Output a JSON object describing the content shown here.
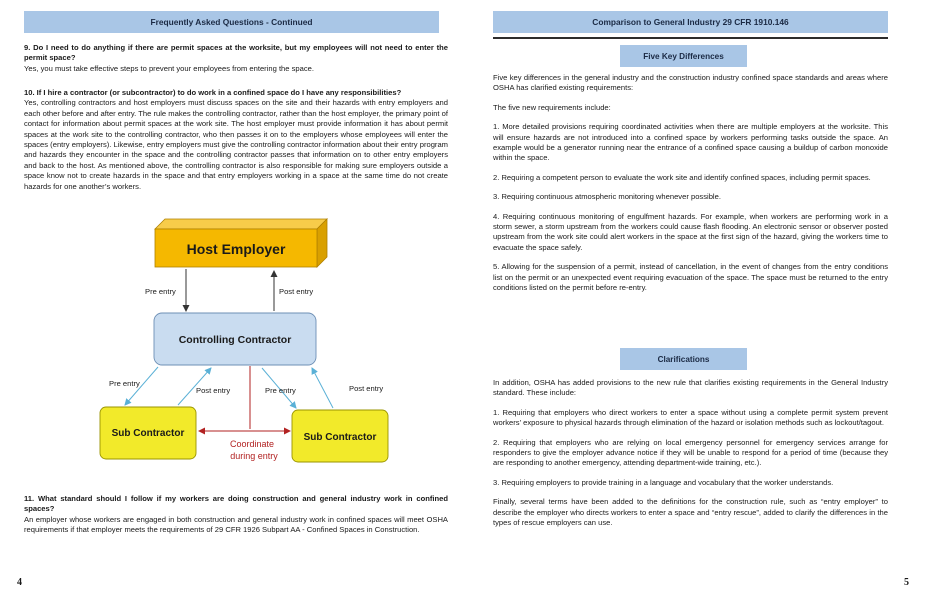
{
  "left": {
    "header": "Frequently Asked Questions - Continued",
    "q9": "9.  Do I need to do anything if there are permit spaces at the worksite, but my employees will not need to enter the permit space?",
    "a9": "Yes, you must take effective steps to prevent your employees from entering the space.",
    "q10": "10.  If I hire a contractor (or subcontractor) to do work in a confined space do I have any responsibilities?",
    "a10": "Yes, controlling contractors and host employers must discuss spaces on the site and their hazards with entry employers and each other before and after entry. The rule makes the controlling contractor, rather than the host employer, the primary point of contact for information about permit spaces at the work site. The host employer must provide information it has about permit spaces at the work site to the controlling contractor, who then passes it on to the employers whose employees will enter the spaces (entry employers). Likewise, entry employers must give the controlling contractor information about their entry program and hazards they encounter in the space and the controlling contractor passes that information on to other entry employers and back to the host. As mentioned above, the controlling contractor is also responsible for making sure employers outside a space know not to create hazards in the space and that entry employers working in a space at the same time do not create hazards for one another’s workers.",
    "diagram": {
      "host": "Host Employer",
      "controlling": "Controlling Contractor",
      "sub_left": "Sub Contractor",
      "sub_right": "Sub Contractor",
      "pre_entry_top": "Pre entry",
      "post_entry_top": "Post entry",
      "pre_entry_left": "Pre entry",
      "post_entry_left": "Post entry",
      "pre_entry_right": "Pre entry",
      "post_entry_right": "Post entry",
      "coordinate_1": "Coordinate",
      "coordinate_2": "during entry"
    },
    "q11": "11.  What standard should I follow if my workers are doing construction and general industry work in confined spaces?",
    "a11": "An employer whose workers are engaged in both construction and general industry work in confined spaces will meet OSHA requirements if that employer meets the requirements of 29 CFR 1926 Subpart AA - Confined Spaces in Construction.",
    "page_number": "4"
  },
  "right": {
    "header": "Comparison to General Industry 29 CFR 1910.146",
    "five_key_title": "Five Key Differences",
    "intro": "Five key differences in the general industry and the construction industry confined space standards and areas where OSHA has clarified existing requirements:",
    "five_new": "The five new requirements include:",
    "item1": "1. More detailed provisions requiring coordinated activities when there are multiple employers at the worksite. This will ensure hazards are not introduced into a confined space by workers performing tasks outside the space. An example would be a generator running near the entrance of a confined space causing a buildup of carbon monoxide within the space.",
    "item2": "2.  Requiring a competent person to evaluate the work site and identify confined spaces, including permit spaces.",
    "item3": "3. Requiring continuous atmospheric monitoring whenever possible.",
    "item4": "4. Requiring continuous monitoring of engulfment hazards. For example, when workers are performing work in a storm sewer, a storm upstream from the workers could cause flash flooding. An electronic sensor or observer posted upstream from the work site could alert workers in the space at the first sign of the hazard, giving the workers time to evacuate the space safely.",
    "item5": "5. Allowing for the suspension of a permit, instead of cancellation, in the event of changes from the entry conditions list on the permit or an unexpected event requiring evacuation of the space. The space must be returned to the entry conditions listed on the permit before re-entry.",
    "clarifications_title": "Clarifications",
    "clar_intro": "In addition, OSHA has added provisions to the new rule that clarifies existing requirements in the General Industry standard. These include:",
    "clar1": "1. Requiring that employers who direct workers to enter a space without using a complete permit system prevent workers’ exposure to physical hazards through elimination of the hazard or isolation methods such as lockout/tagout.",
    "clar2": "2.  Requiring that employers who are relying on local emergency personnel for emergency services arrange for responders to give the employer advance notice if they will be unable to respond for a period of time (because they are responding to another emergency, attending department-wide training, etc.).",
    "clar3": "3. Requiring employers to provide training in a language and vocabulary that the worker understands.",
    "finally": "Finally, several terms have been added to the definitions for the construction rule, such as “entry employer” to describe the employer who directs workers to enter a space and “entry rescue”, added to clarify the differences in the types of rescue employers can use.",
    "page_number": "5"
  },
  "colors": {
    "band": "#a9c6e6",
    "host_box": "#f5b800",
    "controlling_box": "#c9dcf0",
    "sub_box": "#f2ea2a",
    "coordinate_text": "#b22222"
  }
}
